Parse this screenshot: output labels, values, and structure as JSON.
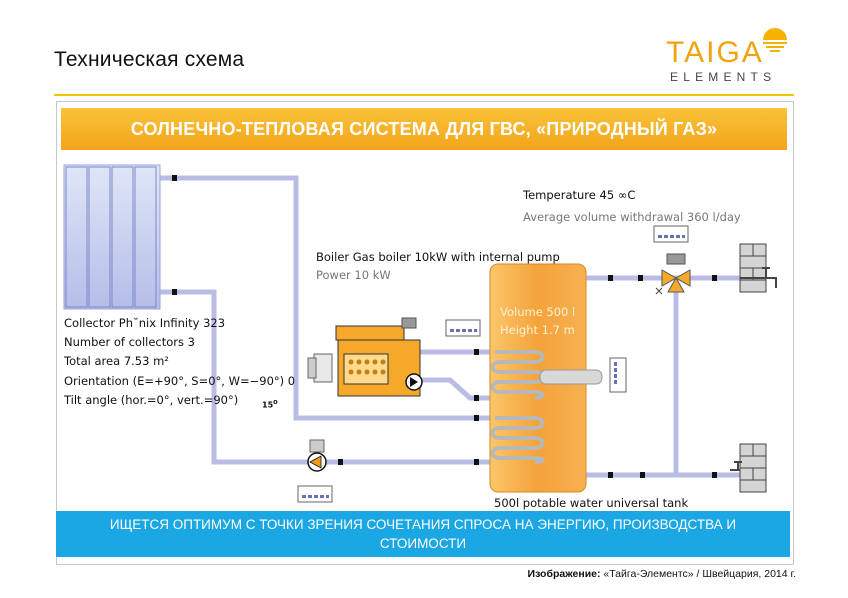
{
  "page_title": "Техническая схема",
  "logo": {
    "word": "TAIGA",
    "sub": "ELEMENTS",
    "colors": {
      "accent": "#f3a20c"
    }
  },
  "banner_top": "СОЛНЕЧНО-ТЕПЛОВАЯ СИСТЕМА ДЛЯ ГВС, «ПРИРОДНЫЙ ГАЗ»",
  "banner_bottom": "ИЩЕТСЯ ОПТИМУМ С ТОЧКИ ЗРЕНИЯ СОЧЕТАНИЯ СПРОСА НА ЭНЕРГИЮ, ПРОИЗВОДСТВА И СТОИМОСТИ",
  "credit": {
    "label": "Изображение:",
    "text": " «Тайга-Элементс» / Швейцария, 2014 г."
  },
  "diagram": {
    "temperature": "Temperature 45 ∞C",
    "withdrawal": "Average volume withdrawal 360 l/day",
    "boiler": "Boiler Gas boiler 10kW with internal pump",
    "power": "Power 10 kW",
    "tank_volume": "Volume 500 l",
    "tank_height": "Height 1.7 m",
    "collector": "Collector Ph˘nix Infinity 323",
    "num_collectors": "Number of collectors 3",
    "total_area": "Total area 7.53 m²",
    "orientation": "Orientation (E=+90°, S=0°, W=−90°) 0",
    "tilt": "Tilt angle (hor.=0°, vert.=90°)",
    "tilt_value": "15",
    "tilt_sup": "o",
    "tank_caption": "500l potable water universal tank"
  },
  "colors": {
    "banner_top": "#f7b531",
    "banner_bottom": "#1aa7e3",
    "pipe": "#b9bde6",
    "tank": "#f7a93c"
  }
}
